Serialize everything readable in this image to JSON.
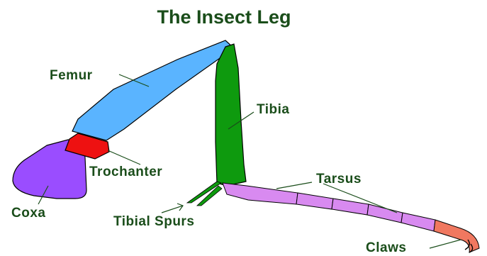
{
  "title": "The Insect Leg",
  "labels": {
    "femur": "Femur",
    "tibia": "Tibia",
    "trochanter": "Trochanter",
    "tarsus": "Tarsus",
    "coxa": "Coxa",
    "tibial_spurs": "Tibial Spurs",
    "claws": "Claws"
  },
  "colors": {
    "title": "#1a4d1a",
    "label_text": "#1a4d1a",
    "leader_line": "#1a4d1a",
    "outline": "#000000",
    "coxa": "#9a4dff",
    "trochanter": "#ee1111",
    "femur": "#5ab4ff",
    "tibia": "#0e9a0e",
    "tarsus": "#d88af0",
    "claws": "#f07860"
  }
}
